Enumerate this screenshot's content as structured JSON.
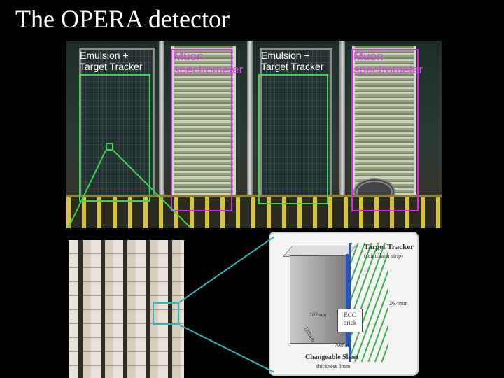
{
  "slide": {
    "title": "The OPERA detector"
  },
  "regions": {
    "emulsion_label_1": "Emulsion +\nTarget Tracker",
    "muon_label_1": "Muon\nspectrometer",
    "emulsion_label_2": "Emulsion +\nTarget Tracker",
    "muon_label_2": "Muon\nspectrometer"
  },
  "colors": {
    "emulsion_box": "#38d84a",
    "muon_box": "#c832d8",
    "zoom_lines": "#2bb8b8"
  },
  "schematic": {
    "tracker_title": "Target Tracker",
    "tracker_sub": "(scintillator strip)",
    "dim_width": "26.4mm",
    "dim_height": "102mm",
    "dim_depth": "128mm",
    "dim_thick": "79mm",
    "ecc_label": "ECC\nbrick",
    "sheet_title": "Changeable Sheet",
    "sheet_sub": "thickness 3mm"
  }
}
